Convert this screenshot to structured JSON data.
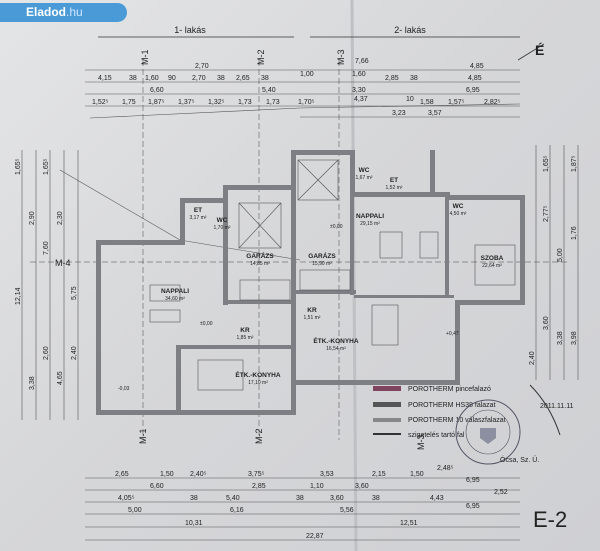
{
  "watermark": {
    "brand": "Eladod",
    "tld": ".hu"
  },
  "sections": {
    "apt1": "1- lakás",
    "apt2": "2- lakás"
  },
  "north": "É",
  "sheet_code": "E-2",
  "axes": {
    "m1": "M-1",
    "m2": "M-2",
    "m3": "M-3",
    "m4": "M-4"
  },
  "rooms": [
    {
      "name": "NAPPALI",
      "area": "34,60 m²"
    },
    {
      "name": "GARÁZS",
      "area": "14,85 m²"
    },
    {
      "name": "GARÁZS",
      "area": "15,90 m²"
    },
    {
      "name": "NAPPALI",
      "area": "29,15 m²"
    },
    {
      "name": "SZOBA",
      "area": "22,64 m²"
    },
    {
      "name": "ÉTK.-KONYHA",
      "area": "17,10 m²"
    },
    {
      "name": "ÉTK.-KONYHA",
      "area": "16,54 m²"
    },
    {
      "name": "ET",
      "area": "3,17 m²"
    },
    {
      "name": "WC",
      "area": "1,70 m²"
    },
    {
      "name": "KR",
      "area": "1,85 m²"
    },
    {
      "name": "KR",
      "area": "1,51 m²"
    },
    {
      "name": "WC",
      "area": "1,67 m²"
    },
    {
      "name": "ET",
      "area": "1,52 m²"
    },
    {
      "name": "WC",
      "area": "4,50 m²"
    }
  ],
  "levels": {
    "l1": "±0,00",
    "l2": "±0,00",
    "l3": "+0,47",
    "l4": "-0,03"
  },
  "legend": [
    {
      "label": "POROTHERM pincefalazó",
      "color": "#7f4560"
    },
    {
      "label": "POROTHERM HS38 falazat",
      "color": "#555555"
    },
    {
      "label": "POROTHERM 10 válaszfalazat",
      "color": "#888888"
    },
    {
      "label": "szigetelés tartó fal",
      "color": "#333333"
    }
  ],
  "top_dims": {
    "row1": [
      "2,70",
      "7,66",
      "4,85"
    ],
    "row2": [
      "4,15",
      "38",
      "1,60",
      "90",
      "2,70",
      "38",
      "2,65",
      "38",
      "1,00",
      "1,60",
      "2,85",
      "38",
      "4,85"
    ],
    "row3": [
      "6,60",
      "5,40",
      "3,30",
      "6,95"
    ],
    "row4": [
      "1,52⁵",
      "1,75",
      "1,87⁵",
      "1,37⁵",
      "1,32⁵",
      "1,73",
      "1,73",
      "1,70⁵",
      "1,58",
      "1,57⁵",
      "2,82⁵"
    ],
    "row5": [
      "4,37",
      "3,23",
      "10",
      "3,57"
    ]
  },
  "bottom_dims": {
    "row1": [
      "2,65",
      "1,50",
      "2,40⁵",
      "3,75⁵",
      "3,53",
      "2,15",
      "1,50",
      "2,48⁵"
    ],
    "row2": [
      "6,60",
      "2,85",
      "1,10",
      "3,60",
      "6,95"
    ],
    "row3": [
      "4,05⁵",
      "38",
      "5,40",
      "38",
      "3,60",
      "38",
      "4,43",
      "2,52"
    ],
    "row4": [
      "5,00",
      "6,16",
      "5,56",
      "6,95"
    ],
    "row5": [
      "10,31",
      "12,51"
    ],
    "row6": [
      "22,87"
    ]
  },
  "left_dims": [
    "1,65⁵",
    "1,65⁵",
    "2,90",
    "2,30",
    "7,60",
    "5,75",
    "12,14",
    "3,38",
    "2,60",
    "4,65",
    "2,40"
  ],
  "right_dims": [
    "1,65⁵",
    "1,87⁵",
    "2,77⁵",
    "5,00",
    "1,76",
    "3,60",
    "3,38",
    "3,98",
    "2,40"
  ],
  "stamp": {
    "date": "2011.11.11",
    "text": "Ócsa, Sz. Ü."
  }
}
